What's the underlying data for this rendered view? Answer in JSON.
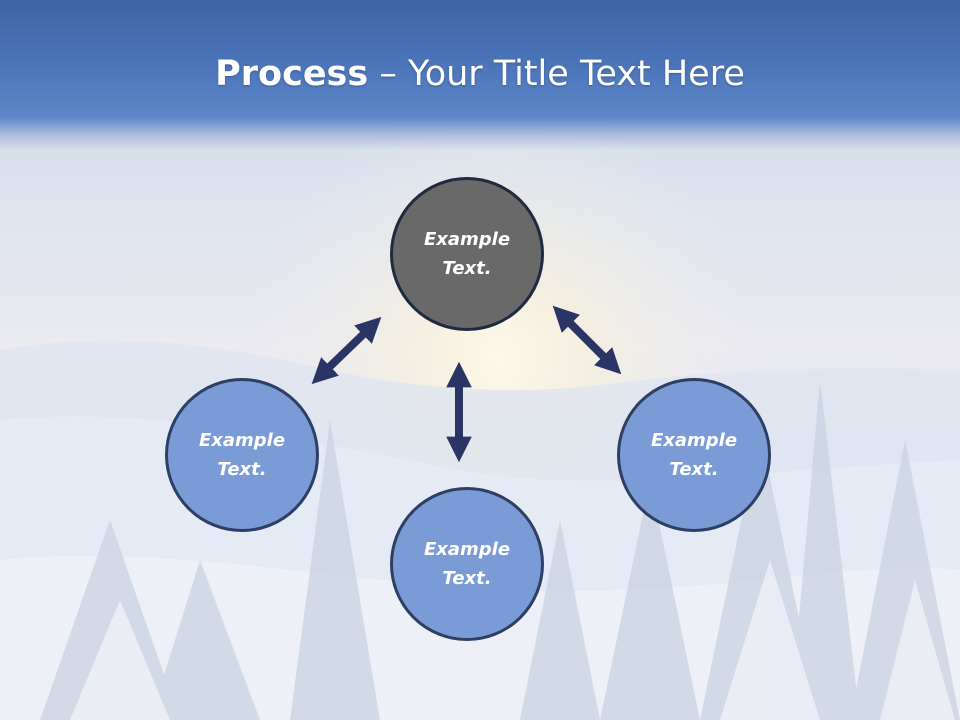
{
  "title": {
    "strong": "Process",
    "rest": " – Your Title Text Here"
  },
  "nodes": {
    "top": "Example\nText.",
    "left": "Example\nText.",
    "right": "Example\nText.",
    "bottom": "Example\nText."
  },
  "colors": {
    "title_band": "#4d75ba",
    "node_blue": "#7a9bd6",
    "node_gray": "#696969",
    "arrow": "#2a3566"
  }
}
